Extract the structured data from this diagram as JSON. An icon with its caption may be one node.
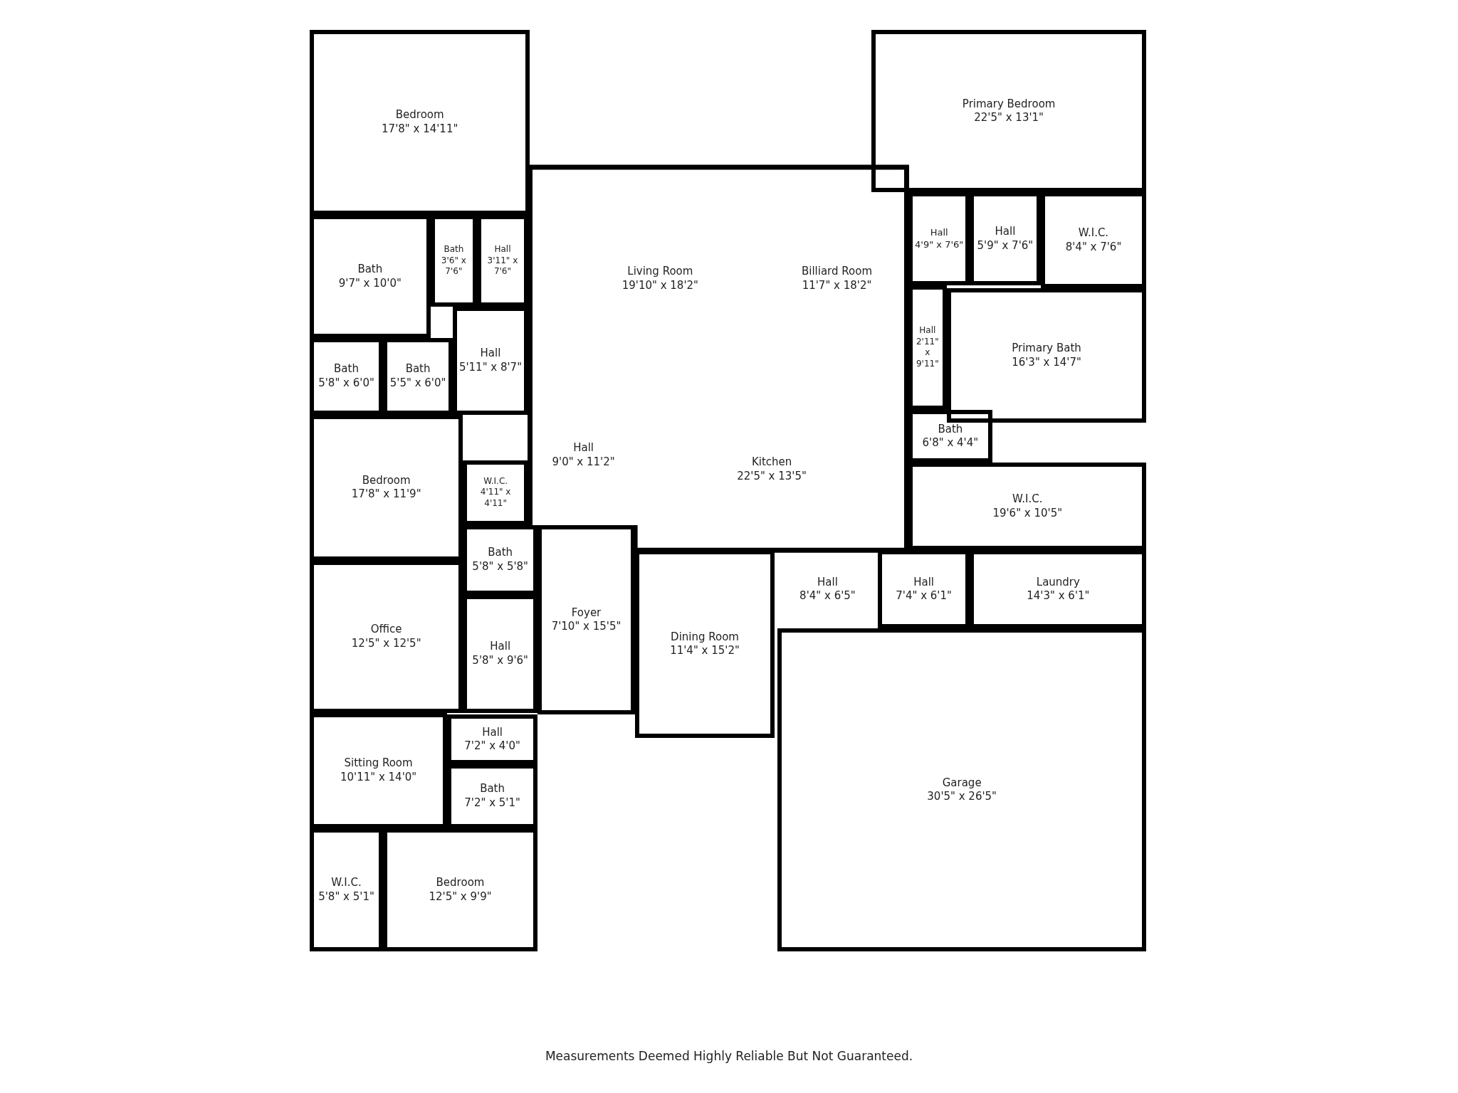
{
  "diagram": {
    "caption": "Measurements Deemed Highly Reliable But Not Guaranteed.",
    "nodes": [
      {
        "text": [
          "Bedroom",
          "17'8\" x 14'11\""
        ]
      },
      {
        "text": [
          "Bath",
          "9'7\" x 10'0\""
        ]
      },
      {
        "text": [
          "Bath",
          "3'6\" x 7'6\""
        ]
      },
      {
        "text": [
          "Hall",
          "3'11\" x 7'6\""
        ]
      },
      {
        "text": [
          "Bath",
          "5'8\" x 6'0\""
        ]
      },
      {
        "text": [
          "Bath",
          "5'5\" x 6'0\""
        ]
      },
      {
        "text": [
          "Hall",
          "5'11\" x 8'7\""
        ]
      },
      {
        "text": [
          "Bedroom",
          "17'8\" x 11'9\""
        ]
      },
      {
        "text": [
          "W.I.C.",
          "4'11\" x 4'11\""
        ]
      },
      {
        "text": [
          "Bath",
          "5'8\" x 5'8\""
        ]
      },
      {
        "text": [
          "Office",
          "12'5\" x 12'5\""
        ]
      },
      {
        "text": [
          "Hall",
          "5'8\" x 9'6\""
        ]
      },
      {
        "text": [
          "Foyer",
          "7'10\" x 15'5\""
        ]
      },
      {
        "text": [
          "Hall",
          "7'2\" x 4'0\""
        ]
      },
      {
        "text": [
          "Sitting Room",
          "10'11\" x 14'0\""
        ]
      },
      {
        "text": [
          "Bath",
          "7'2\" x 5'1\""
        ]
      },
      {
        "text": [
          "W.I.C.",
          "5'8\" x 5'1\""
        ]
      },
      {
        "text": [
          "Bedroom",
          "12'5\" x 9'9\""
        ]
      },
      {
        "text": [
          "Living Room",
          "19'10\" x 18'2\""
        ]
      },
      {
        "text": [
          "Billiard Room",
          "11'7\" x 18'2\""
        ]
      },
      {
        "text": [
          "Hall",
          "9'0\" x 11'2\""
        ]
      },
      {
        "text": [
          "Kitchen",
          "22'5\" x 13'5\""
        ]
      },
      {
        "text": [
          "Hall",
          "8'4\" x 6'5\""
        ]
      },
      {
        "text": [
          "Dining Room",
          "11'4\" x 15'2\""
        ]
      },
      {
        "text": [
          "Primary Bedroom",
          "22'5\" x 13'1\""
        ]
      },
      {
        "text": [
          "Hall",
          "4'9\" x 7'6\""
        ]
      },
      {
        "text": [
          "Hall",
          "5'9\" x 7'6\""
        ]
      },
      {
        "text": [
          "W.I.C.",
          "8'4\" x 7'6\""
        ]
      },
      {
        "text": [
          "Hall",
          "2'11\" x 9'11\""
        ]
      },
      {
        "text": [
          "Primary Bath",
          "16'3\" x 14'7\""
        ]
      },
      {
        "text": [
          "Bath",
          "6'8\" x 4'4\""
        ]
      },
      {
        "text": [
          "W.I.C.",
          "19'6\" x 10'5\""
        ]
      },
      {
        "text": [
          "Hall",
          "7'4\" x 6'1\""
        ]
      },
      {
        "text": [
          "Laundry",
          "14'3\" x 6'1\""
        ]
      },
      {
        "text": [
          "Garage",
          "30'5\" x 26'5\""
        ]
      }
    ]
  }
}
